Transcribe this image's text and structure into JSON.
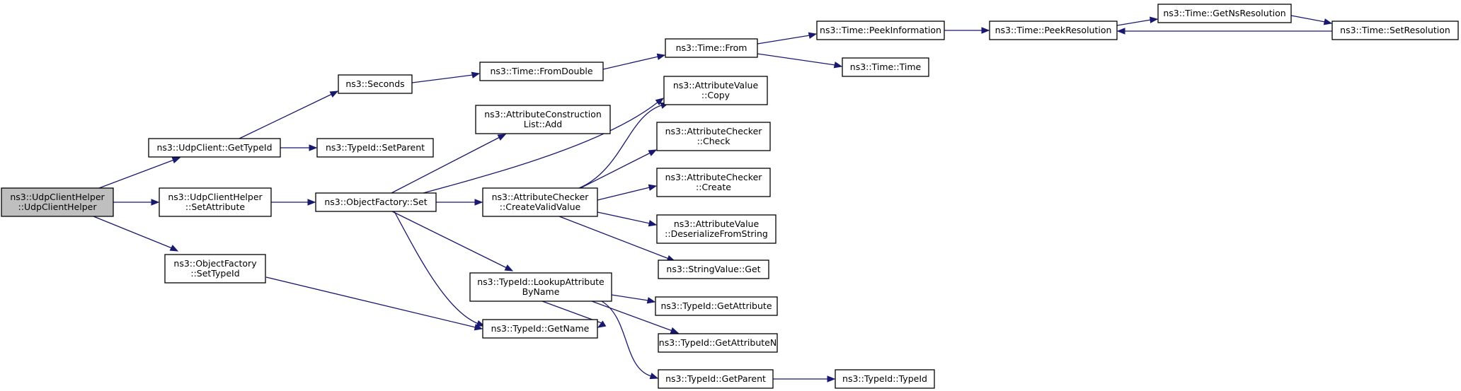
{
  "graph": {
    "colors": {
      "edge": "#191970",
      "root_fill": "#bfbfbf",
      "node_fill": "#ffffff",
      "border": "#000000"
    },
    "nodes": [
      {
        "id": "root",
        "lines": [
          "ns3::UdpClientHelper",
          "::UdpClientHelper"
        ],
        "root": true
      },
      {
        "id": "udpclient_gettypeid",
        "lines": [
          "ns3::UdpClient::GetTypeId"
        ]
      },
      {
        "id": "helper_setattribute",
        "lines": [
          "ns3::UdpClientHelper",
          "::SetAttribute"
        ]
      },
      {
        "id": "objfactory_settypeid",
        "lines": [
          "ns3::ObjectFactory",
          "::SetTypeId"
        ]
      },
      {
        "id": "seconds",
        "lines": [
          "ns3::Seconds"
        ]
      },
      {
        "id": "typeid_setparent",
        "lines": [
          "ns3::TypeId::SetParent"
        ]
      },
      {
        "id": "objfactory_set",
        "lines": [
          "ns3::ObjectFactory::Set"
        ]
      },
      {
        "id": "time_fromdouble",
        "lines": [
          "ns3::Time::FromDouble"
        ]
      },
      {
        "id": "attrconstr_add",
        "lines": [
          "ns3::AttributeConstruction",
          "List::Add"
        ]
      },
      {
        "id": "checker_createvalid",
        "lines": [
          "ns3::AttributeChecker",
          "::CreateValidValue"
        ]
      },
      {
        "id": "typeid_lookup",
        "lines": [
          "ns3::TypeId::LookupAttribute",
          "ByName"
        ]
      },
      {
        "id": "typeid_getname",
        "lines": [
          "ns3::TypeId::GetName"
        ]
      },
      {
        "id": "time_from",
        "lines": [
          "ns3::Time::From"
        ]
      },
      {
        "id": "attrvalue_copy",
        "lines": [
          "ns3::AttributeValue",
          "::Copy"
        ]
      },
      {
        "id": "checker_check",
        "lines": [
          "ns3::AttributeChecker",
          "::Check"
        ]
      },
      {
        "id": "checker_create",
        "lines": [
          "ns3::AttributeChecker",
          "::Create"
        ]
      },
      {
        "id": "attrvalue_deser",
        "lines": [
          "ns3::AttributeValue",
          "::DeserializeFromString"
        ]
      },
      {
        "id": "stringvalue_get",
        "lines": [
          "ns3::StringValue::Get"
        ]
      },
      {
        "id": "typeid_getattribute",
        "lines": [
          "ns3::TypeId::GetAttribute"
        ]
      },
      {
        "id": "typeid_getattributen",
        "lines": [
          "ns3::TypeId::GetAttributeN"
        ]
      },
      {
        "id": "typeid_getparent",
        "lines": [
          "ns3::TypeId::GetParent"
        ]
      },
      {
        "id": "time_peekinfo",
        "lines": [
          "ns3::Time::PeekInformation"
        ]
      },
      {
        "id": "time_time",
        "lines": [
          "ns3::Time::Time"
        ]
      },
      {
        "id": "time_peekres",
        "lines": [
          "ns3::Time::PeekResolution"
        ]
      },
      {
        "id": "time_getnsres",
        "lines": [
          "ns3::Time::GetNsResolution"
        ]
      },
      {
        "id": "time_setres",
        "lines": [
          "ns3::Time::SetResolution"
        ]
      },
      {
        "id": "typeid_typeid",
        "lines": [
          "ns3::TypeId::TypeId"
        ]
      }
    ],
    "edges": [
      {
        "from": "root",
        "to": "udpclient_gettypeid"
      },
      {
        "from": "root",
        "to": "helper_setattribute"
      },
      {
        "from": "root",
        "to": "objfactory_settypeid"
      },
      {
        "from": "udpclient_gettypeid",
        "to": "seconds"
      },
      {
        "from": "udpclient_gettypeid",
        "to": "typeid_setparent"
      },
      {
        "from": "helper_setattribute",
        "to": "objfactory_set"
      },
      {
        "from": "objfactory_settypeid",
        "to": "typeid_getname"
      },
      {
        "from": "seconds",
        "to": "time_fromdouble"
      },
      {
        "from": "objfactory_set",
        "to": "attrconstr_add"
      },
      {
        "from": "objfactory_set",
        "to": "attrvalue_copy"
      },
      {
        "from": "objfactory_set",
        "to": "checker_createvalid"
      },
      {
        "from": "objfactory_set",
        "to": "typeid_lookup"
      },
      {
        "from": "objfactory_set",
        "to": "typeid_getname"
      },
      {
        "from": "time_fromdouble",
        "to": "time_from"
      },
      {
        "from": "checker_createvalid",
        "to": "attrvalue_copy"
      },
      {
        "from": "checker_createvalid",
        "to": "checker_check"
      },
      {
        "from": "checker_createvalid",
        "to": "checker_create"
      },
      {
        "from": "checker_createvalid",
        "to": "attrvalue_deser"
      },
      {
        "from": "checker_createvalid",
        "to": "stringvalue_get"
      },
      {
        "from": "typeid_lookup",
        "to": "typeid_getattribute"
      },
      {
        "from": "typeid_lookup",
        "to": "typeid_getattributen"
      },
      {
        "from": "typeid_lookup",
        "to": "typeid_getname"
      },
      {
        "from": "typeid_lookup",
        "to": "typeid_getparent"
      },
      {
        "from": "time_from",
        "to": "time_peekinfo"
      },
      {
        "from": "time_from",
        "to": "time_time"
      },
      {
        "from": "time_peekinfo",
        "to": "time_peekres"
      },
      {
        "from": "time_peekres",
        "to": "time_getnsres"
      },
      {
        "from": "time_getnsres",
        "to": "time_setres"
      },
      {
        "from": "time_setres",
        "to": "time_peekres"
      },
      {
        "from": "typeid_getparent",
        "to": "typeid_typeid"
      }
    ]
  }
}
